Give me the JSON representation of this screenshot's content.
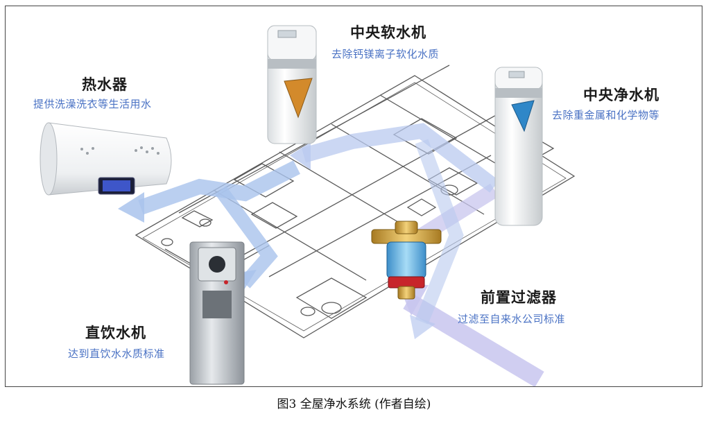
{
  "components": {
    "softener": {
      "title": "中央软水机",
      "desc": "去除钙镁离子软化水质"
    },
    "heater": {
      "title": "热水器",
      "desc": "提供洗澡洗衣等生活用水"
    },
    "purifier": {
      "title": "中央净水机",
      "desc": "去除重金属和化学物等"
    },
    "prefilter": {
      "title": "前置过滤器",
      "desc": "过滤至自来水公司标准"
    },
    "dispenser": {
      "title": "直饮水机",
      "desc": "达到直饮水水质标准"
    }
  },
  "caption": "图3 全屋净水系统 (作者自绘)",
  "colors": {
    "flow_arrow": "#a9c3ec",
    "flow_arrow_inlet": "#c8c6ee",
    "desc_text": "#4a72c4"
  }
}
